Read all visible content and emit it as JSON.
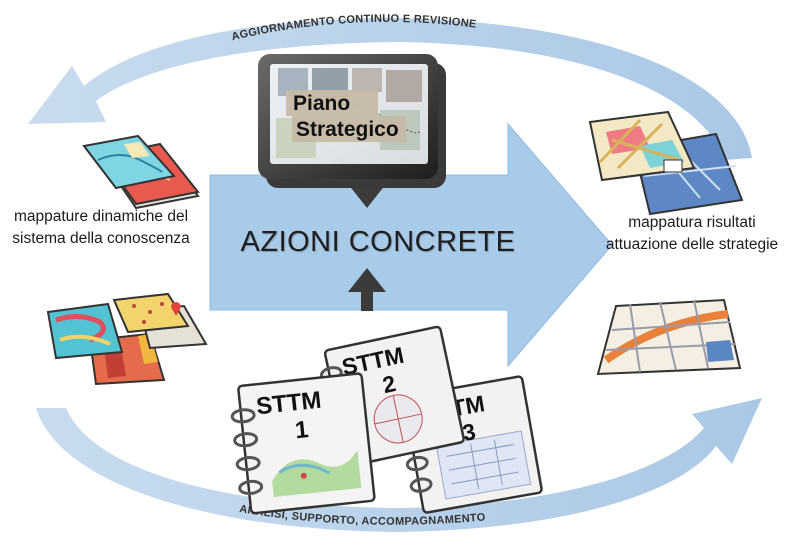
{
  "diagram": {
    "top_loop_label": "AGGIORNAMENTO CONTINUO E REVISIONE",
    "bottom_loop_label": "ANALISI, SUPPORTO, ACCOMPAGNAMENTO",
    "central_action": "AZIONI CONCRETE",
    "left_caption": "mappature dinamiche del sistema della conoscenza",
    "right_caption": "mappatura risultati attuazione delle strategie",
    "tablet": {
      "line1": "Piano",
      "line2": "Strategico"
    },
    "notebooks": [
      {
        "title": "STTM",
        "number": "1"
      },
      {
        "title": "STTM",
        "number": "2"
      },
      {
        "title": "STTM",
        "number": "3"
      }
    ],
    "colors": {
      "loop_arrow": "#bcd4ea",
      "main_arrow": "#9dc3e6",
      "dark_arrows": "#3b3b3b"
    }
  }
}
